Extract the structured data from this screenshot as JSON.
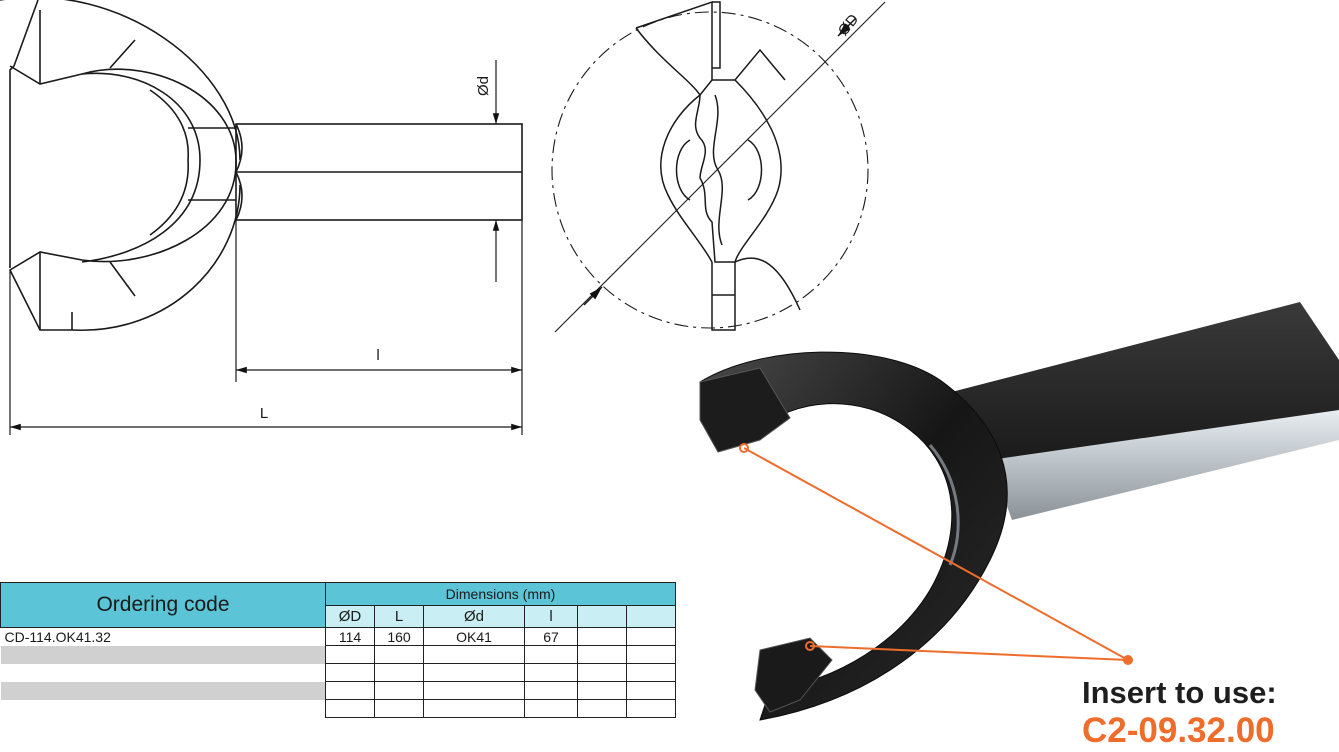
{
  "drawing": {
    "dim_labels": {
      "small_d": "Ød",
      "big_D": "ØD",
      "short_l": "l",
      "long_L": "L"
    }
  },
  "table": {
    "ordering_header": "Ordering code",
    "dimensions_header": "Dimensions (mm)",
    "columns": [
      "ØD",
      "L",
      "Ød",
      "l",
      "",
      ""
    ],
    "rows": [
      {
        "code": "CD-114.OK41.32",
        "values": [
          "114",
          "160",
          "OK41",
          "67",
          "",
          ""
        ]
      },
      {
        "code": "",
        "values": [
          "",
          "",
          "",
          "",
          "",
          ""
        ]
      },
      {
        "code": "",
        "values": [
          "",
          "",
          "",
          "",
          "",
          ""
        ]
      },
      {
        "code": "",
        "values": [
          "",
          "",
          "",
          "",
          "",
          ""
        ]
      },
      {
        "code": "",
        "values": [
          "",
          "",
          "",
          "",
          "",
          ""
        ]
      }
    ]
  },
  "insert": {
    "label": "Insert to use:",
    "code": "C2-09.32.00"
  },
  "colors": {
    "header_cyan": "#5bc4d6",
    "subheader_light": "#c9eef3",
    "row_grey": "#d0d0d0",
    "accent_orange": "#ee6d2c"
  }
}
